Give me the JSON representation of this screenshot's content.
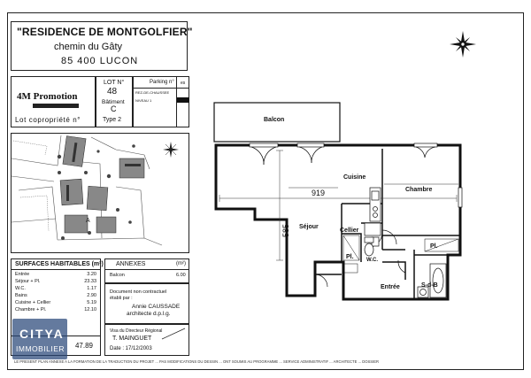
{
  "header": {
    "residence": "\"RESIDENCE DE MONTGOLFIER\"",
    "street": "chemin du Gâty",
    "city": "85 400 LUCON"
  },
  "promoter": {
    "name": "4M Promotion",
    "lot_copro_label": "Lot copropriété n°"
  },
  "lot": {
    "lot_label": "LOT N°",
    "lot_number": "48",
    "batiment_label": "Bâtiment",
    "batiment": "C",
    "type": "Type 2"
  },
  "parking": {
    "label": "Parking n°",
    "col_label": "es",
    "rows": [
      "REZ-DE-CHAUSSEE",
      "NIVEAU 1"
    ]
  },
  "surfaces": {
    "title": "SURFACES HABITABLES (m²)",
    "rows": [
      {
        "label": "Entrée",
        "value": "3.20"
      },
      {
        "label": "Séjour + Pl.",
        "value": "23.33"
      },
      {
        "label": "W.C.",
        "value": "1.17"
      },
      {
        "label": "Bains",
        "value": "2.90"
      },
      {
        "label": "Cuisine + Cellier",
        "value": "5.19"
      },
      {
        "label": "Chambre + Pl.",
        "value": "12.10"
      }
    ],
    "total_value": "47.89"
  },
  "annexes": {
    "title": "ANNEXES",
    "unit": "(m²)",
    "rows": [
      {
        "label": "Balcon",
        "value": "6.00"
      }
    ]
  },
  "document": {
    "line1": "Document non contractuel",
    "line2": "établi par :",
    "line3": "Annie CAUSSADE",
    "line4": "architecte d.p.l.g."
  },
  "visa": {
    "line1": "Visa du Directeur Régional",
    "name": "T. MAINGUET",
    "date": "Date : 17/12/2003"
  },
  "footer": {
    "disclaimer": "LE PRESENT PLAN ANNEXE A LA FORMATION DE LA TRADUCTION DU PROJET ... PAS MODIFICATIONS DU DESSIN ... ONT SOUMIS AU PROGRAMME ... SERVICE ADMINISTRATIF ... ARCHITECTE ... DOSSIER"
  },
  "watermark": {
    "line1": "CITYA",
    "line2": "IMMOBILIER"
  },
  "plan": {
    "rooms": {
      "balcon": "Balcon",
      "cuisine": "Cuisine",
      "chambre": "Chambre",
      "sejour": "Séjour",
      "cellier": "Cellier",
      "pl1": "Pl.",
      "pl2": "Pl.",
      "wc": "W.C.",
      "entree": "Entrée",
      "sdb": "S-d-B"
    },
    "dim_horizontal": "919",
    "dim_vertical": "585"
  }
}
